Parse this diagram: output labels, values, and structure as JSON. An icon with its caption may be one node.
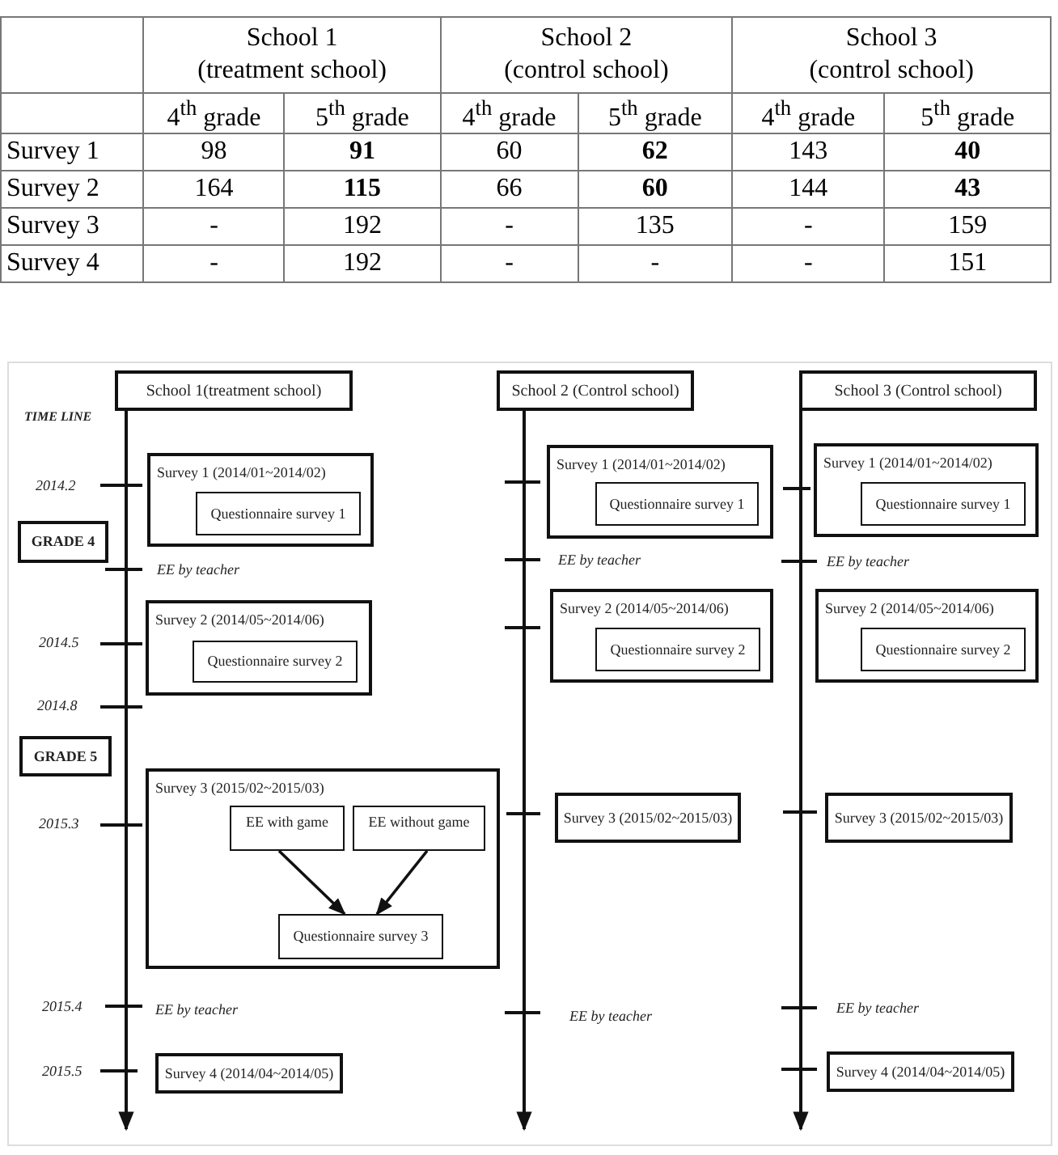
{
  "diagram": {
    "nodes": [
      {
        "text": [
          "School 1(treatment school)"
        ]
      },
      {
        "text": [
          "School 2 (Control school)"
        ]
      },
      {
        "text": [
          "School 3 (Control school)"
        ]
      },
      {
        "text": [
          "GRADE 4"
        ]
      },
      {
        "text": [
          "GRADE 5"
        ]
      },
      {
        "text": [
          "Survey 1 (2014/01~2014/02)"
        ]
      },
      {
        "text": [
          "Questionnaire survey 1"
        ],
        "in": 5
      },
      {
        "text": [
          "Survey 2 (2014/05~2014/06)"
        ]
      },
      {
        "text": [
          "Questionnaire survey 2"
        ],
        "in": 7
      },
      {
        "text": [
          "Survey 3 (2015/02~2015/03)"
        ]
      },
      {
        "text": [
          "EE with game"
        ],
        "in": 9
      },
      {
        "text": [
          "EE without game"
        ],
        "in": 9
      },
      {
        "text": [
          "Questionnaire survey 3"
        ],
        "in": 9
      },
      {
        "text": [
          "Survey 4 (2014/04~2014/05)"
        ]
      },
      {
        "text": [
          "Survey 1 (2014/01~2014/02)"
        ]
      },
      {
        "text": [
          "Questionnaire survey 1"
        ],
        "in": 14
      },
      {
        "text": [
          "Survey 2 (2014/05~2014/06)"
        ]
      },
      {
        "text": [
          "Questionnaire survey 2"
        ],
        "in": 16
      },
      {
        "text": [
          "Survey 3 (2015/02~2015/03)"
        ]
      },
      {
        "text": [
          "Survey 1 (2014/01~2014/02)"
        ]
      },
      {
        "text": [
          "Questionnaire survey 1"
        ],
        "in": 19
      },
      {
        "text": [
          "Survey 2 (2014/05~2014/06)"
        ]
      },
      {
        "text": [
          "Questionnaire survey 2"
        ],
        "in": 21
      },
      {
        "text": [
          "Survey 3 (2015/02~2015/03)"
        ]
      },
      {
        "text": [
          "Survey 4 (2014/04~2014/05)"
        ]
      }
    ],
    "edges": [
      {
        "from": 0,
        "to": null,
        "arrow": "to"
      },
      {
        "from": 1,
        "to": null,
        "arrow": "to"
      },
      {
        "from": 2,
        "to": null,
        "arrow": "to"
      },
      {
        "from": 10,
        "to": 12,
        "arrow": "to"
      },
      {
        "from": 11,
        "to": 12,
        "arrow": "to"
      }
    ],
    "labels": [
      "School 1 (treatment school)",
      "School 2 (control school)",
      "School 3 (control school)",
      "4$^{th}$ grade",
      "5$^{th}$ grade",
      "4$^{th}$ grade",
      "5$^{th}$ grade",
      "4$^{th}$ grade",
      "5$^{th}$ grade",
      "Survey 1",
      "98",
      "91",
      "60",
      "62",
      "143",
      "40",
      "Survey 2",
      "164",
      "115",
      "66",
      "60",
      "144",
      "43",
      "Survey 3",
      "-",
      "192",
      "-",
      "135",
      "-",
      "159",
      "Survey 4",
      "-",
      "192",
      "-",
      "-",
      "-",
      "151",
      "TIME LINE",
      "2014.2",
      "EE by teacher",
      "EE by teacher",
      "EE by teacher",
      "2014.5",
      "2014.8",
      "2015.3",
      "2015.4",
      "EE by teacher",
      "EE by teacher",
      "EE by teacher",
      "2015.5"
    ]
  }
}
